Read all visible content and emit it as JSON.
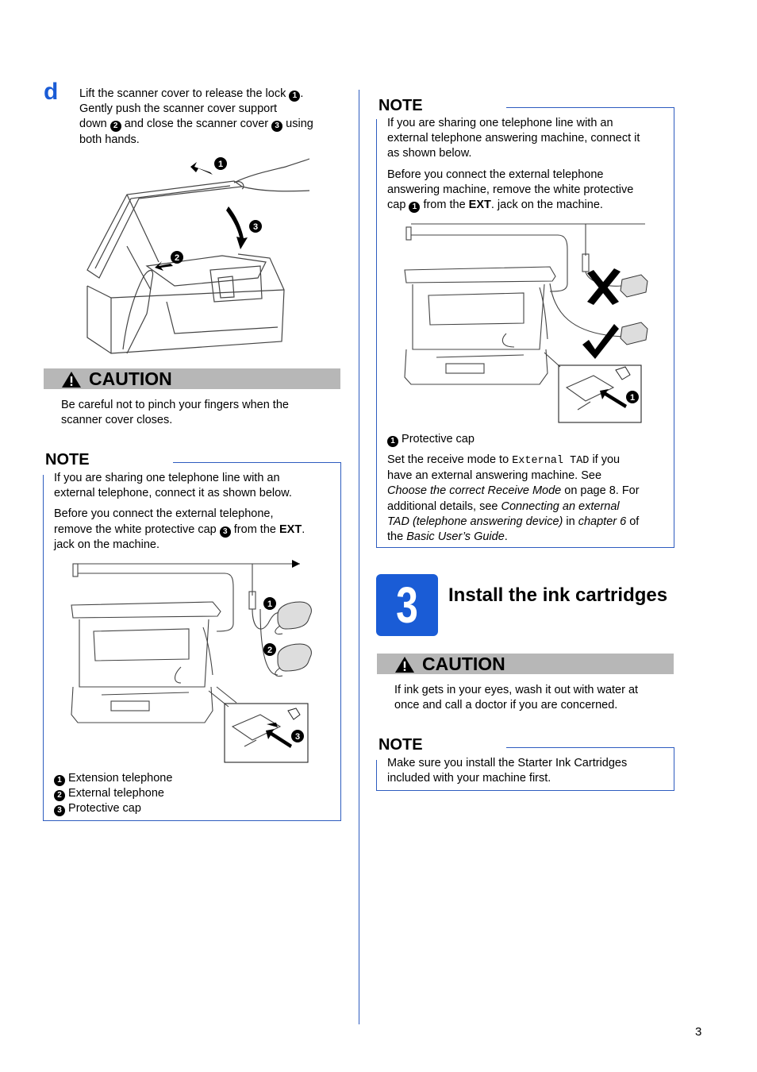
{
  "left": {
    "step_letter": "d",
    "step_text": [
      "Lift the scanner cover to release the lock",
      ".",
      "Gently push the scanner cover support",
      "down",
      "and close the scanner cover",
      "using",
      "both hands."
    ],
    "step_badges": [
      "1",
      "2",
      "3"
    ],
    "caution": {
      "title": "CAUTION",
      "text_line1": "Be careful not to pinch your fingers when the",
      "text_line2": "scanner cover closes."
    },
    "note": {
      "title": "NOTE",
      "para1_line1": "If you are sharing one telephone line with an",
      "para1_line2": "external telephone, connect it as shown below.",
      "para2_line1": "Before you connect the external telephone,",
      "para2_line2a": "remove the white protective cap",
      "para2_badge": "3",
      "para2_line2b": "from the",
      "para2_bold": "EXT",
      "para2_line2c": ".",
      "para2_line3": "jack on the machine.",
      "legend": [
        {
          "num": "1",
          "label": "Extension telephone"
        },
        {
          "num": "2",
          "label": "External telephone"
        },
        {
          "num": "3",
          "label": "Protective cap"
        }
      ]
    }
  },
  "right": {
    "note1": {
      "title": "NOTE",
      "para1_line1": "If you are sharing one telephone line with an",
      "para1_line2": "external telephone answering machine, connect it",
      "para1_line3": "as shown below.",
      "para2_line1": "Before you connect the external telephone",
      "para2_line2": "answering machine, remove the white protective",
      "para2_line3a": "cap",
      "para2_badge": "1",
      "para2_line3b": "from the",
      "para2_bold": "EXT",
      "para2_line3c": ". jack on the machine.",
      "legend": [
        {
          "num": "1",
          "label": "Protective cap"
        }
      ],
      "receive_line1a": "Set the receive mode to",
      "receive_mono": "External TAD",
      "receive_line1b": "if you",
      "receive_line2": "have an external answering machine. See",
      "receive_line3_italic": "Choose the correct Receive Mode",
      "receive_line3b": "on page 8. For",
      "receive_line4a": "additional details, see",
      "receive_line4_italic": "Connecting an external",
      "receive_line5_italic": "TAD (telephone answering device)",
      "receive_line5b": "in",
      "receive_line5_italic2": "chapter 6",
      "receive_line5c": "of",
      "receive_line6a": "the",
      "receive_line6_italic": "Basic User’s Guide",
      "receive_line6b": "."
    },
    "section": {
      "number": "3",
      "title": "Install the ink cartridges"
    },
    "caution": {
      "title": "CAUTION",
      "text_line1": "If ink gets in your eyes, wash it out with water at",
      "text_line2": "once and call a doctor if you are concerned."
    },
    "note2": {
      "title": "NOTE",
      "text_line1": "Make sure you install the Starter Ink Cartridges",
      "text_line2": "included with your machine first."
    }
  },
  "page_number": "3",
  "colors": {
    "accent": "#1a5cd6",
    "rule": "#2e5cbf",
    "caution_bar": "#b7b7b7"
  }
}
